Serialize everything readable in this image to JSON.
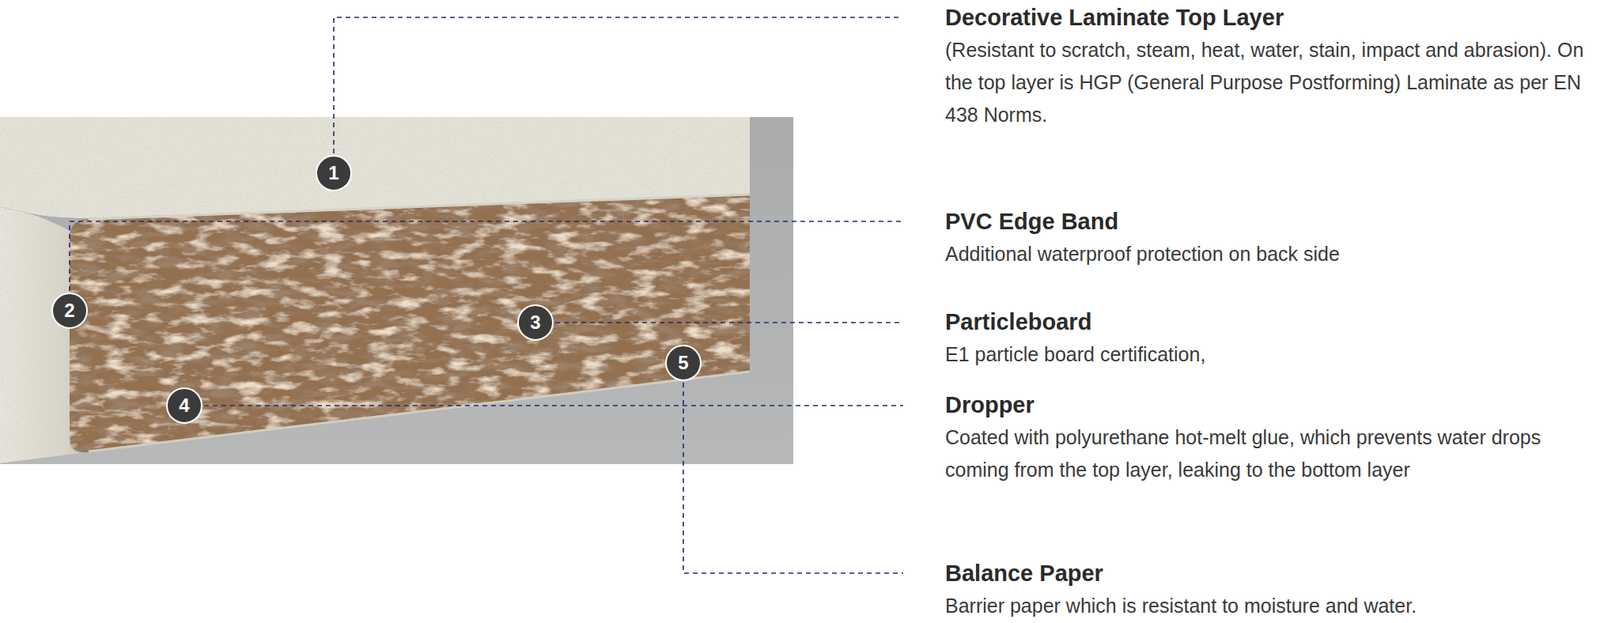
{
  "diagram": {
    "nodes": [
      {
        "text": [
          "1"
        ]
      },
      {
        "text": [
          "2"
        ]
      },
      {
        "text": [
          "3"
        ]
      },
      {
        "text": [
          "4"
        ]
      },
      {
        "text": [
          "5"
        ]
      }
    ],
    "labels": [
      "Decorative Laminate Top Layer",
      "(Resistant to scratch, steam, heat, water, stain, impact and abrasion). On the top layer is HGP (General Purpose Postforming) Laminate as per EN 438 Norms.",
      "PVC Edge Band",
      "Additional waterproof protection on back side",
      "Particleboard",
      "E1 particle board certification,",
      "Dropper",
      "Coated with polyurethane hot-melt glue, which prevents water drops coming from the top layer, leaking to the bottom layer",
      "Balance Paper",
      "Barrier paper which is resistant to moisture and water."
    ]
  }
}
